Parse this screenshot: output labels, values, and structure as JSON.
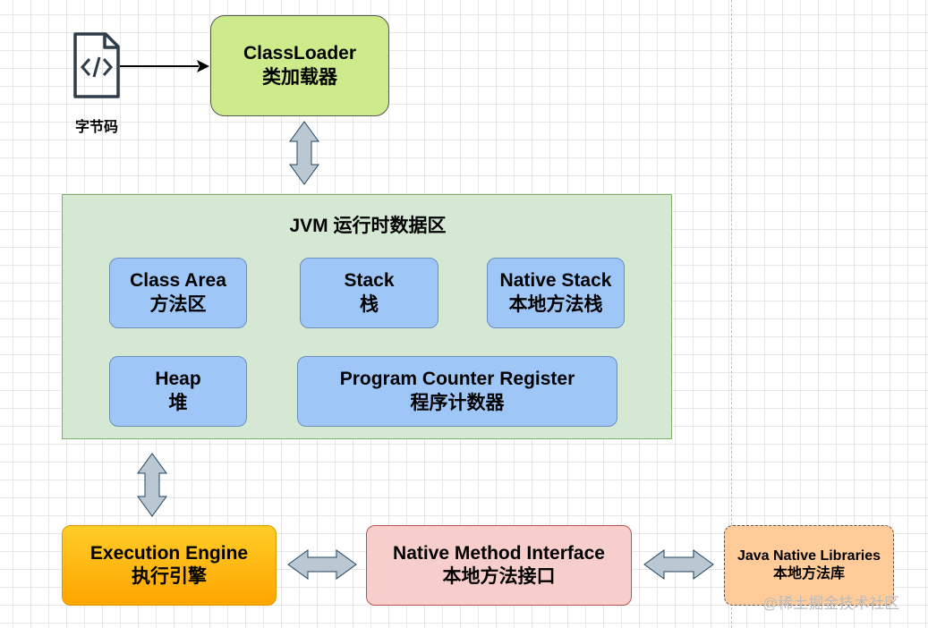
{
  "bytecode": {
    "label": "字节码"
  },
  "classloader": {
    "line1": "ClassLoader",
    "line2": "类加载器"
  },
  "runtime": {
    "title": "JVM 运行时数据区",
    "areas": [
      {
        "line1": "Class Area",
        "line2": "方法区"
      },
      {
        "line1": "Stack",
        "line2": "栈"
      },
      {
        "line1": "Native Stack",
        "line2": "本地方法栈"
      },
      {
        "line1": "Heap",
        "line2": "堆"
      },
      {
        "line1": "Program Counter Register",
        "line2": "程序计数器"
      }
    ]
  },
  "engine": {
    "line1": "Execution Engine",
    "line2": "执行引擎"
  },
  "nmi": {
    "line1": "Native Method Interface",
    "line2": "本地方法接口"
  },
  "libs": {
    "line1": "Java Native Libraries",
    "line2": "本地方法库"
  },
  "watermark": "@稀土掘金技术社区",
  "colors": {
    "classloader": "#cdeb8b",
    "runtime": "#d5e8d4",
    "area": "#9ec7f7",
    "engine": "#ffa500",
    "nmi": "#f8cecc",
    "libs": "#ffcc99",
    "arrow": "#bac8d3"
  }
}
